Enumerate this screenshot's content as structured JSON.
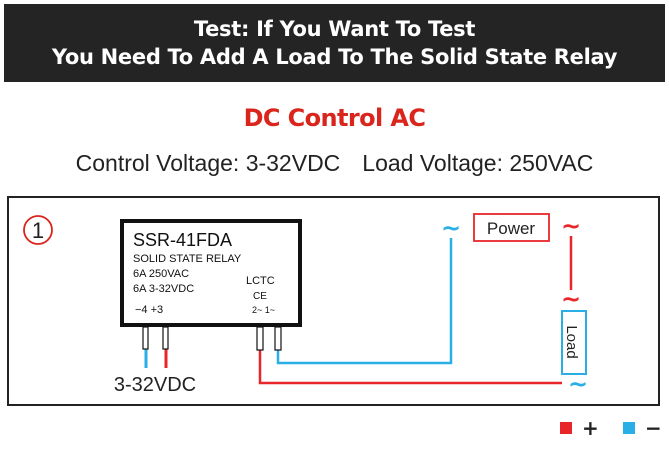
{
  "banner": {
    "line1": "Test: If You Want To Test",
    "line2": "You Need To Add A Load To The Solid State Relay"
  },
  "subtitle": "DC Control AC",
  "voltages": {
    "control": "Control Voltage: 3-32VDC",
    "load": "Load Voltage: 250VAC"
  },
  "diagram": {
    "step_number": "1",
    "relay": {
      "model": "SSR-41FDA",
      "type": "SOLID STATE RELAY",
      "rating_ac": "6A  250VAC",
      "rating_dc": "6A  3-32VDC",
      "brand": "LCTC",
      "cert": "CE",
      "terminals_dc": "−4  +3",
      "terminals_ac": "2~  1~"
    },
    "input_label": "3-32VDC",
    "power_label": "Power",
    "load_label": "Load",
    "ac_symbol": "~"
  },
  "legend": {
    "positive_symbol": "+",
    "negative_symbol": "−"
  },
  "colors": {
    "red_wire": "#e8262a",
    "blue_wire": "#29aee6",
    "banner_bg": "#242424",
    "subtitle": "#d9251c"
  }
}
